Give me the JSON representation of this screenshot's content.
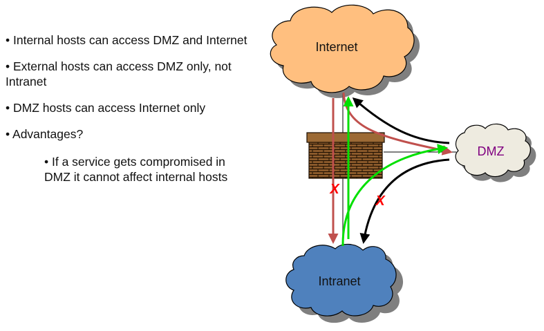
{
  "bullets": [
    {
      "text": "• Internal hosts can access DMZ and Internet",
      "level": 1
    },
    {
      "text": "• External hosts can access DMZ only, not Intranet",
      "level": 1
    },
    {
      "text": "• DMZ hosts can access Internet only",
      "level": 1
    },
    {
      "text": "• Advantages?",
      "level": 1
    },
    {
      "text": "• If a service gets compromised in DMZ it cannot affect internal hosts",
      "level": 2
    }
  ],
  "diagram": {
    "internet": {
      "label": "Internet",
      "fill": "#FFBF7F"
    },
    "dmz": {
      "label": "DMZ",
      "fill": "#EEEBE0",
      "text_color": "#800080"
    },
    "intranet": {
      "label": "Intranet",
      "fill": "#4F81BD"
    },
    "firewall": {
      "label": "firewall",
      "brick_color": "#8B5A2B",
      "cap_color": "#9C6A35"
    },
    "blocked_marks": [
      "X",
      "X"
    ],
    "colors": {
      "red_path": "#C0504D",
      "green_path": "#00E000",
      "black_path": "#000000",
      "blocked": "#FF0000"
    }
  }
}
